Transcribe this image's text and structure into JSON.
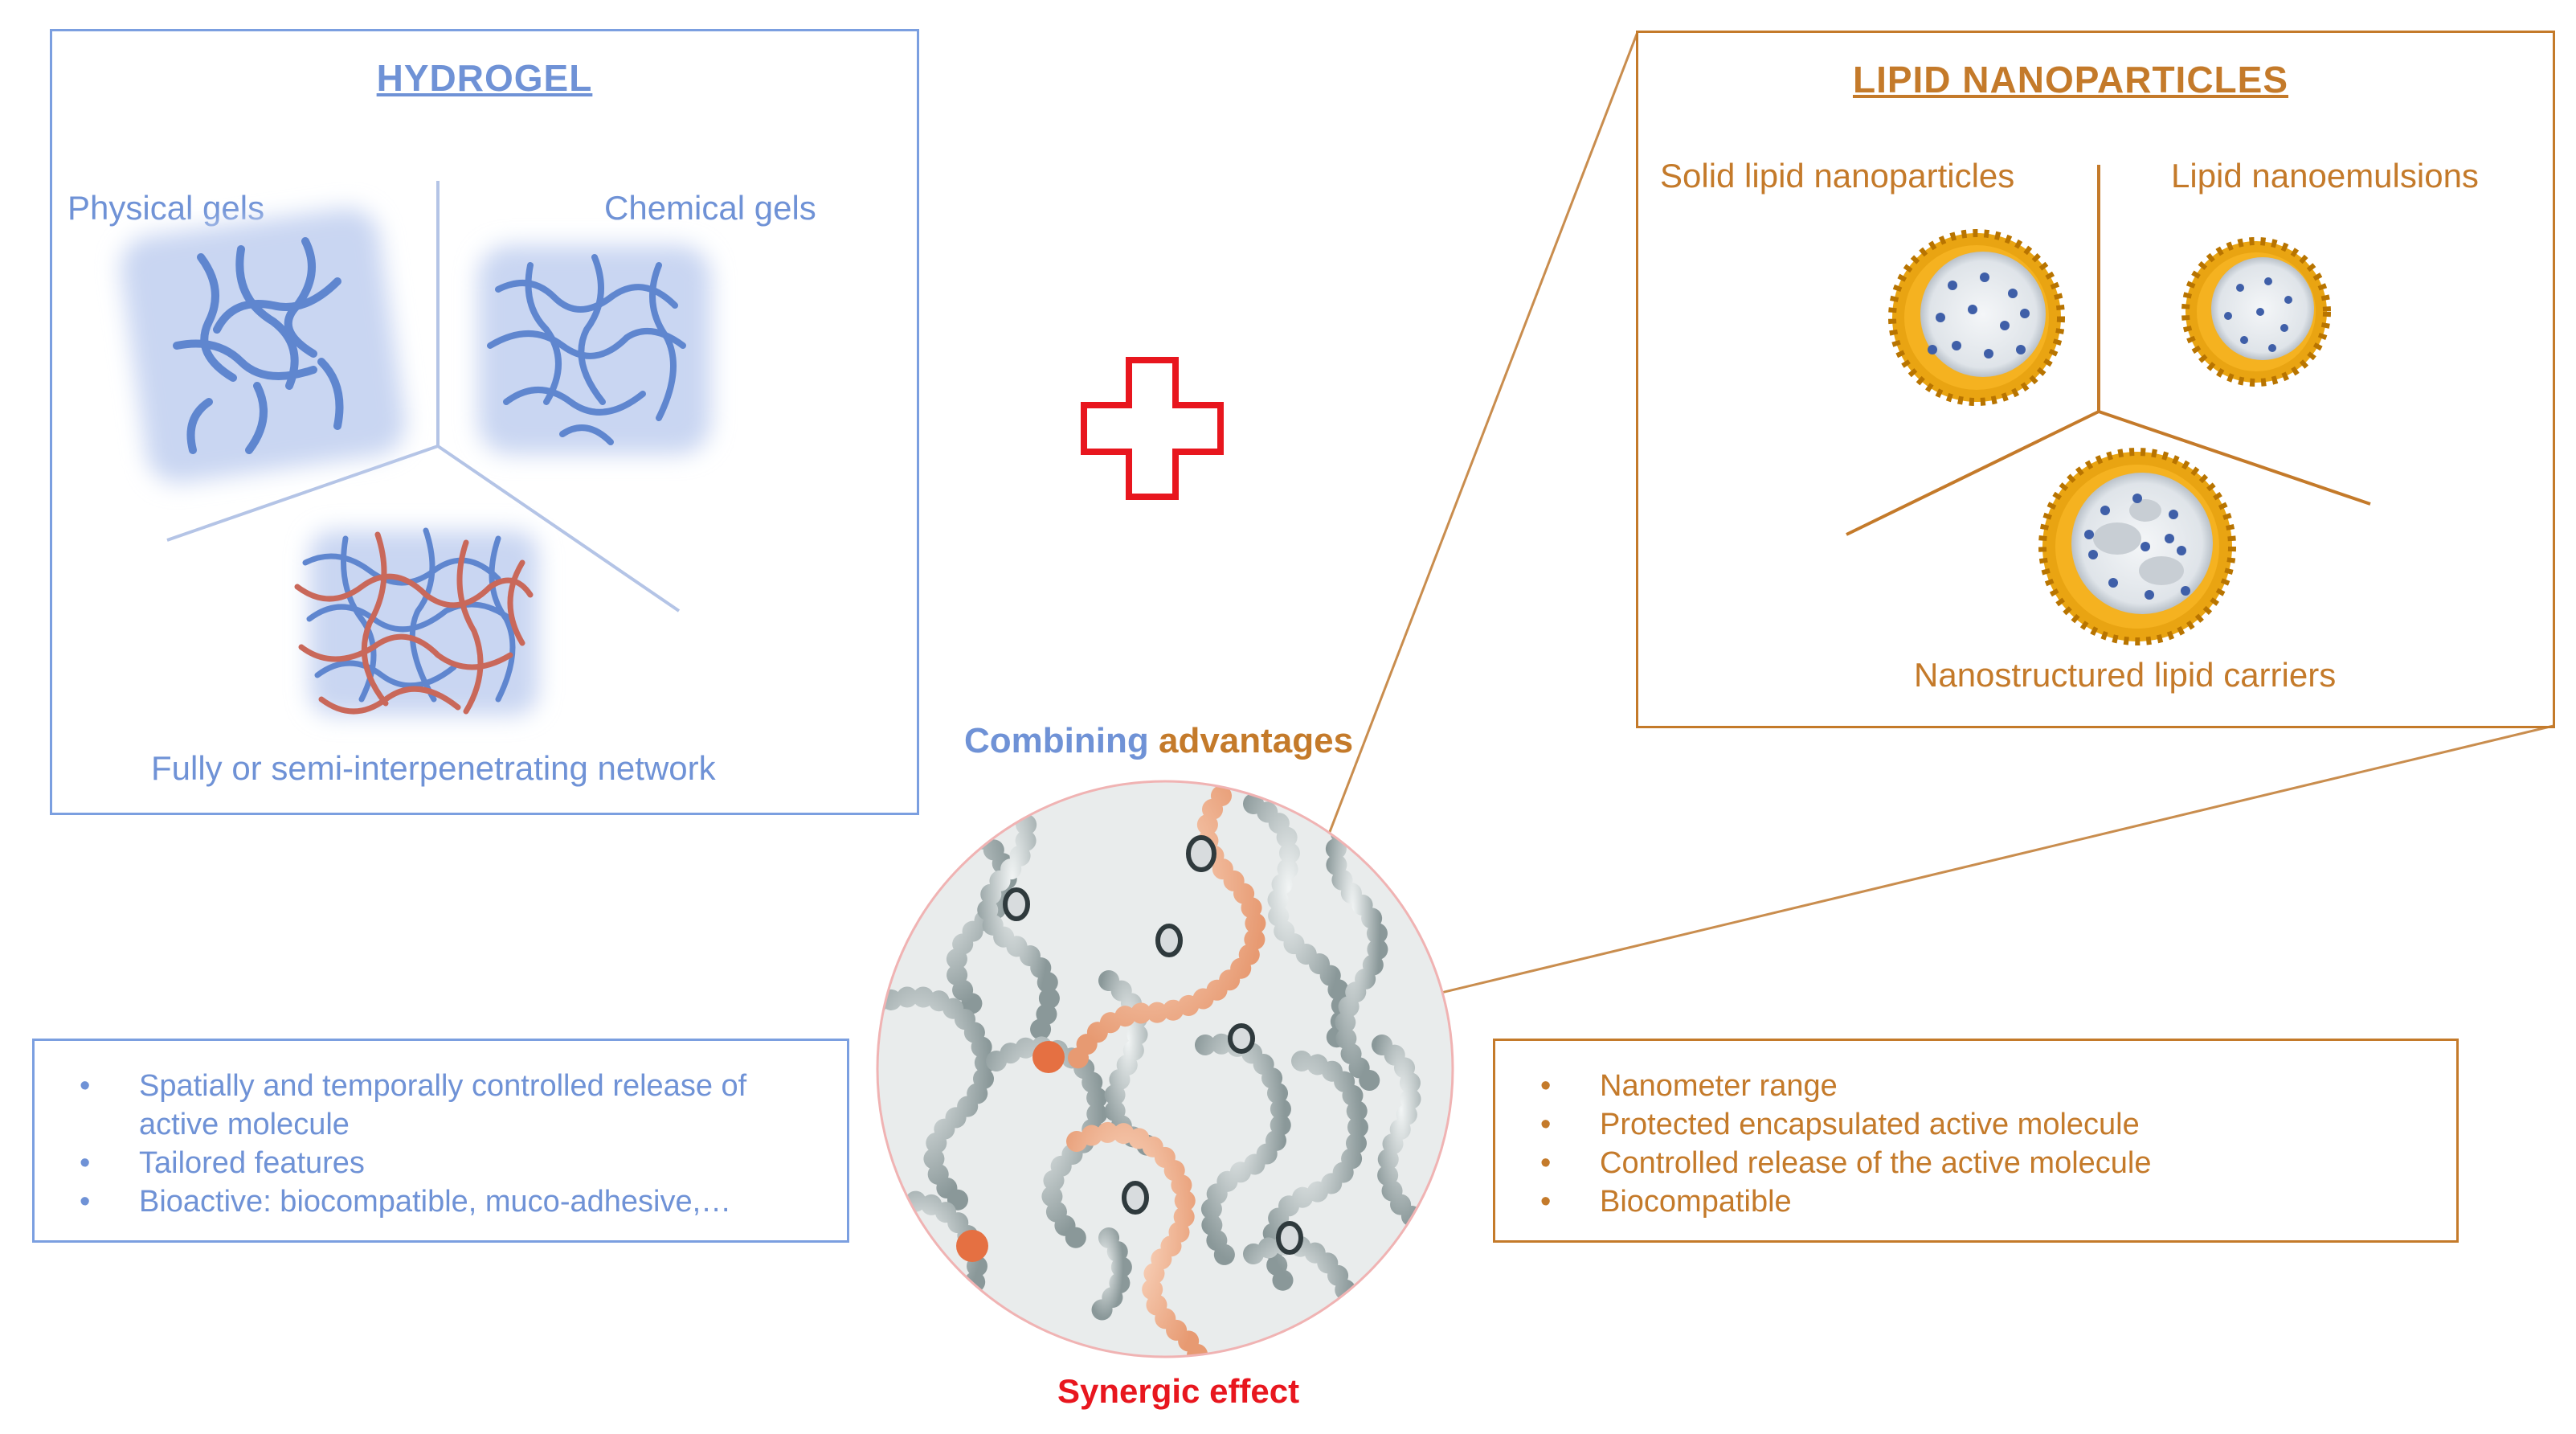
{
  "hydrogel": {
    "title": "HYDROGEL",
    "physical_label": "Physical gels",
    "chemical_label": "Chemical gels",
    "ipn_label": "Fully or semi-interpenetrating network"
  },
  "lipid": {
    "title": "LIPID NANOPARTICLES",
    "sln_label": "Solid lipid nanoparticles",
    "nanoemulsion_label": "Lipid nanoemulsions",
    "nlc_label": "Nanostructured lipid carriers"
  },
  "center": {
    "combining_word1": "Combining",
    "combining_word2": "advantages",
    "synergic_label": "Synergic effect"
  },
  "hydrogel_advantages": [
    "Spatially and temporally controlled release of active molecule",
    "Tailored features",
    "Bioactive: biocompatible, muco-adhesive,…"
  ],
  "lipid_advantages": [
    "Nanometer range",
    "Protected encapsulated active molecule",
    "Controlled release of the active molecule",
    "Biocompatible"
  ],
  "colors": {
    "hydrogel_blue": "#6f92d6",
    "lipid_orange": "#c47a2a",
    "plus_red": "#e8161e",
    "synergic_red": "#e8161e"
  }
}
